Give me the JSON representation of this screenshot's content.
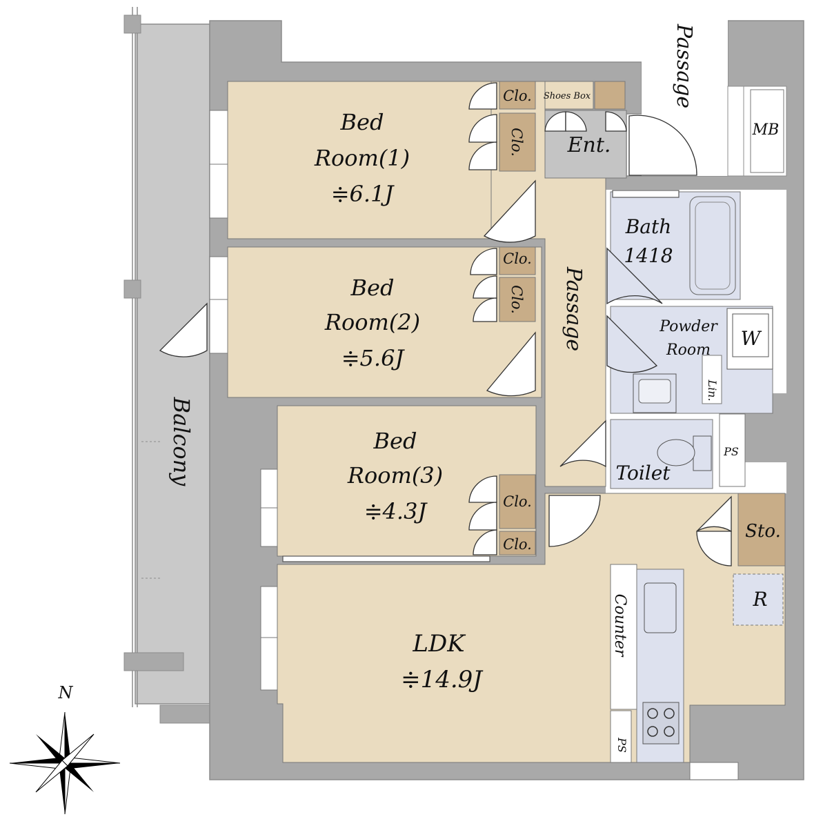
{
  "colors": {
    "wall": "#a9a9a9",
    "wall_stroke": "#8c8c8c",
    "room_floor": "#eadcc0",
    "wet_area": "#dde1ee",
    "closet": "#c8ad88",
    "balcony": "#c9c9c9",
    "entrance": "#c4c4c4",
    "door_line": "#333333",
    "background": "#ffffff"
  },
  "rooms": {
    "bed1": {
      "name": "Bed",
      "name2": "Room(1)",
      "size": "≑6.1J"
    },
    "bed2": {
      "name": "Bed",
      "name2": "Room(2)",
      "size": "≑5.6J"
    },
    "bed3": {
      "name": "Bed",
      "name2": "Room(3)",
      "size": "≑4.3J"
    },
    "ldk": {
      "name": "LDK",
      "size": "≑14.9J"
    },
    "bath": {
      "name": "Bath",
      "code": "1418"
    },
    "powder": {
      "name": "Powder",
      "name2": "Room"
    },
    "toilet": {
      "name": "Toilet"
    },
    "entrance": {
      "name": "Ent."
    },
    "inner_passage": {
      "name": "Passage"
    },
    "outer_passage": {
      "name": "Passage"
    },
    "balcony": {
      "name": "Balcony"
    }
  },
  "fixtures": {
    "closet": "Clo.",
    "shoes_box": "Shoes Box",
    "meter_box": "MB",
    "pipe_space": "PS",
    "linen": "Lin.",
    "washer": "W",
    "storage": "Sto.",
    "refrigerator": "R",
    "counter": "Counter"
  },
  "compass": {
    "north": "N"
  }
}
